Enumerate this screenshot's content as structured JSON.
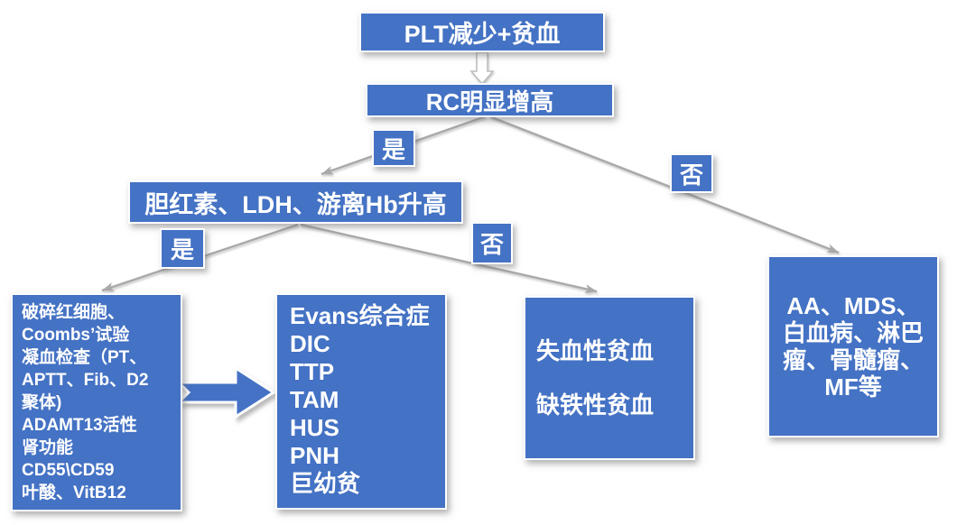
{
  "diagram": {
    "background": "#ffffff",
    "colors": {
      "node_fill": "#4472C4",
      "node_text": "#ffffff",
      "connector": "#a9a9a9",
      "plt_rc_arrow_fill": "#ffffff"
    },
    "nodes": {
      "plt": "PLT减少+贫血",
      "rc": "RC明显增高",
      "bilirubin": "胆红素、LDH、游离Hb升高",
      "tests": "破碎红细胞、\nCoombs’试验\n凝血检查（PT、\nAPTT、Fib、D2\n聚体)\nADAMT13活性\n肾功能\nCD55\\CD59\n叶酸、VitB12",
      "hemolytic": "Evans综合症\nDIC\nTTP\nTAM\nHUS\nPNH\n巨幼贫",
      "blood_loss": "失血性贫血\n\n缺铁性贫血",
      "marrow": "AA、MDS、\n白血病、淋巴\n瘤、骨髓瘤、\nMF等"
    },
    "branch_labels": {
      "yes_rc": "是",
      "no_rc": "否",
      "yes_bili": "是",
      "no_bili": "否"
    }
  }
}
